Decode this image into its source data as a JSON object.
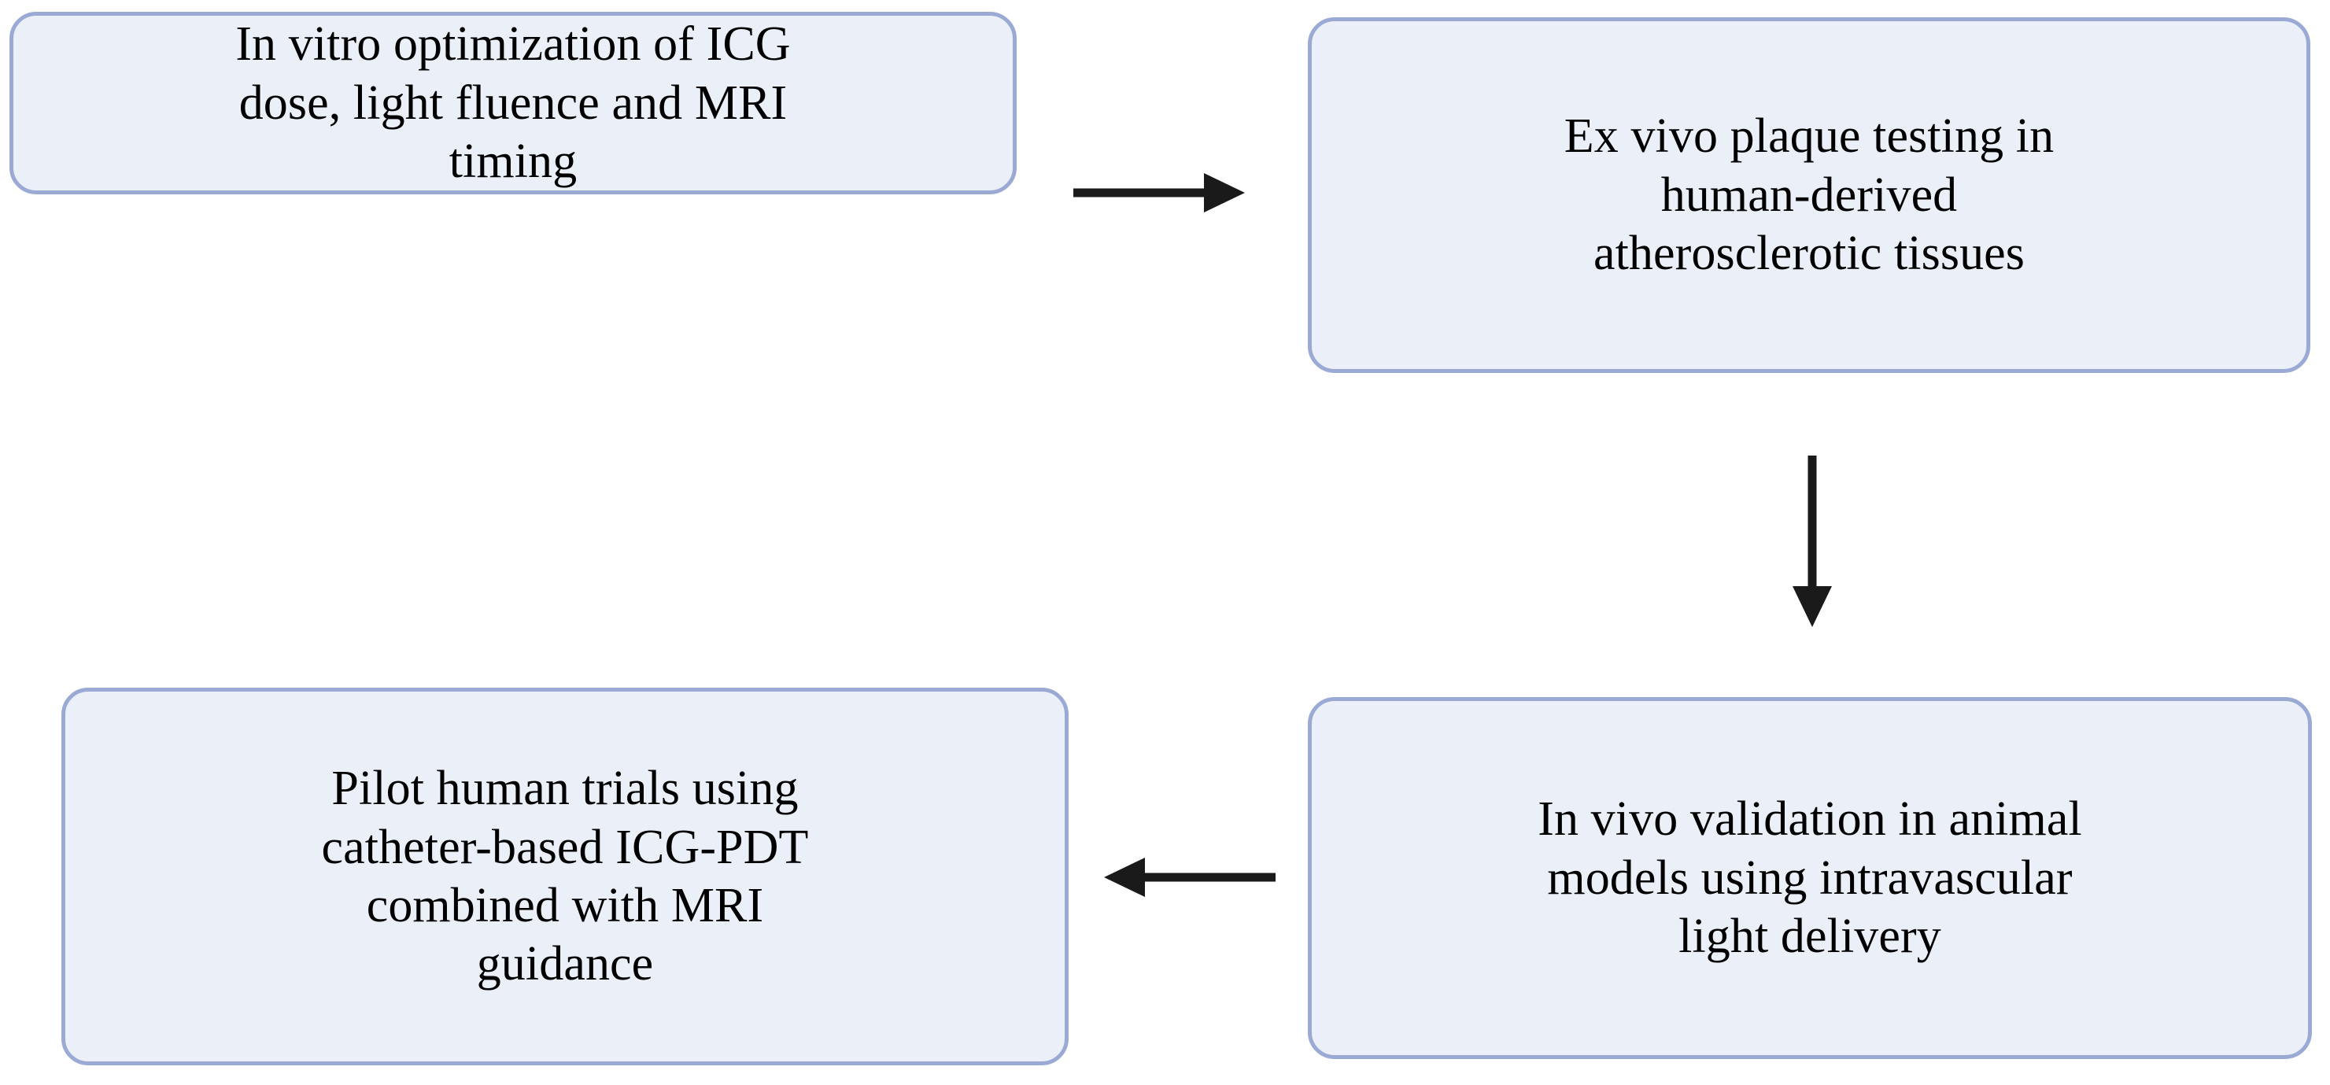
{
  "diagram": {
    "title": "ICG-PDT translational workflow flowchart",
    "colors": {
      "node_fill": "#eaeff8",
      "node_border": "#9aaad4",
      "arrow": "#1a1a1a",
      "text": "#000000",
      "background": "#ffffff"
    },
    "nodes": [
      {
        "id": "in-vitro-optimization",
        "label": "In vitro optimization of ICG\ndose, light fluence and MRI\ntiming"
      },
      {
        "id": "ex-vivo-plaque-testing",
        "label": "Ex vivo plaque testing in\nhuman-derived\natherosclerotic tissues"
      },
      {
        "id": "in-vivo-validation",
        "label": "In vivo validation in animal\nmodels using intravascular\nlight delivery"
      },
      {
        "id": "pilot-human-trials",
        "label": "Pilot human trials using\ncatheter-based ICG-PDT\ncombined with MRI\nguidance"
      }
    ],
    "edges": [
      {
        "id": "edge-invitro-to-exvivo",
        "from": "in-vitro-optimization",
        "to": "ex-vivo-plaque-testing",
        "direction": "right"
      },
      {
        "id": "edge-exvivo-to-invivo",
        "from": "ex-vivo-plaque-testing",
        "to": "in-vivo-validation",
        "direction": "down"
      },
      {
        "id": "edge-invivo-to-pilot",
        "from": "in-vivo-validation",
        "to": "pilot-human-trials",
        "direction": "left"
      }
    ]
  }
}
